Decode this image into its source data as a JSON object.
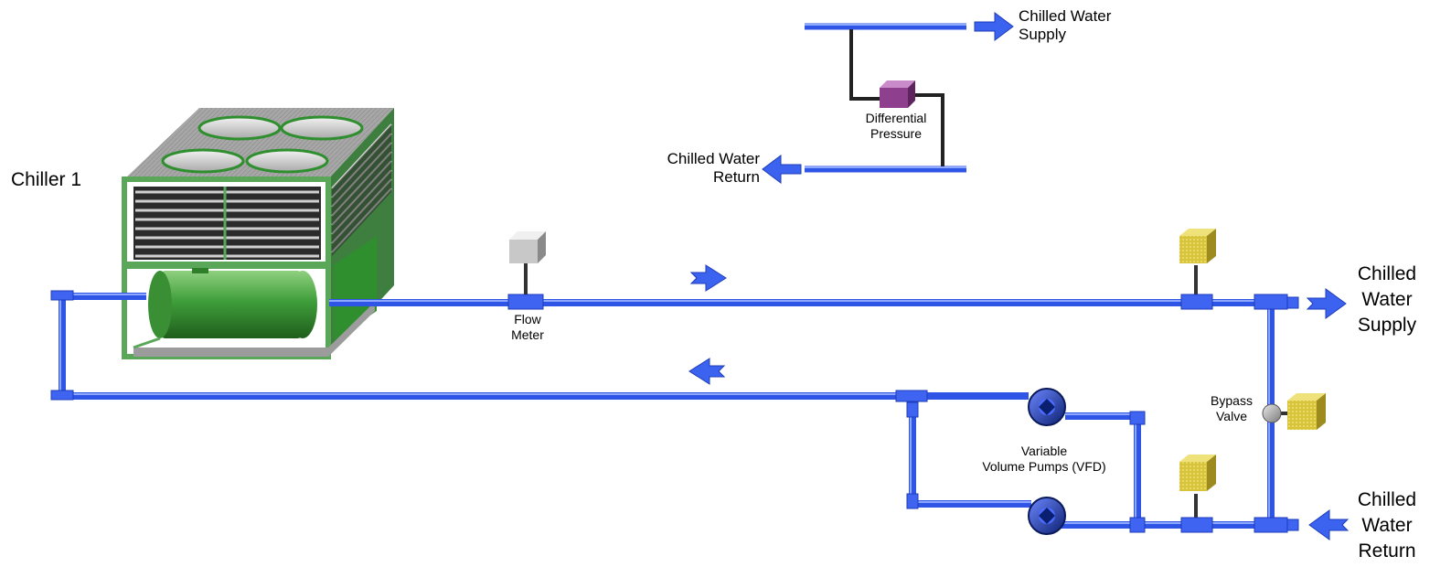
{
  "chiller_label": "Chiller 1",
  "inset": {
    "supply_line1": "Chilled Water",
    "supply_line2": "Supply",
    "return_line1": "Chilled Water",
    "return_line2": "Return",
    "sensor_line1": "Differential",
    "sensor_line2": "Pressure"
  },
  "flow_meter": {
    "line1": "Flow",
    "line2": "Meter"
  },
  "supply_outlet": {
    "line1": "Chilled",
    "line2": "Water",
    "line3": "Supply"
  },
  "return_inlet": {
    "line1": "Chilled",
    "line2": "Water",
    "line3": "Return"
  },
  "bypass_valve": {
    "line1": "Bypass",
    "line2": "Valve"
  },
  "pumps": {
    "line1": "Variable",
    "line2": "Volume Pumps (VFD)"
  },
  "colors": {
    "pipe": "#2f55e6",
    "pipe_highlight": "#8fa8ff",
    "arrow": "#3b63f0",
    "chiller_frame": "#5aa75a",
    "tank": "#3f9e3a",
    "actuator": "#d8c43a",
    "dp_sensor": "#8e3f8e",
    "flow_meter_box": "#c8c8c8"
  }
}
